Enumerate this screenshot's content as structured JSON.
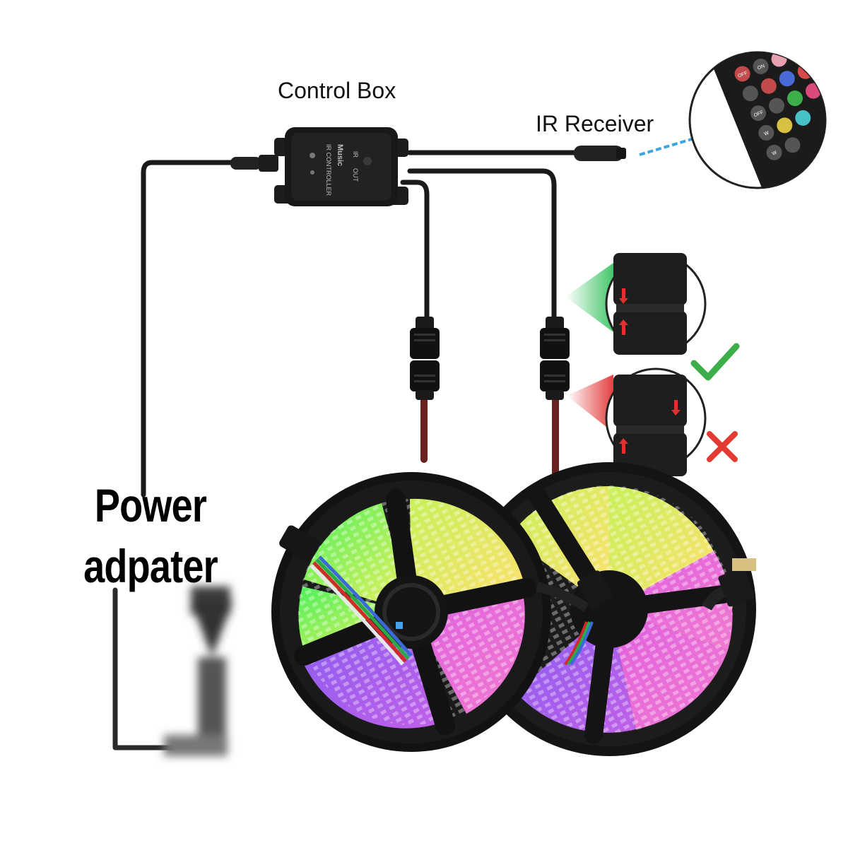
{
  "labels": {
    "control_box": "Control Box",
    "ir_receiver": "IR Receiver",
    "power_line1": "Power",
    "power_line2": "adpater"
  },
  "box_print": {
    "brand": "Music",
    "title": "IR CONTROLLER",
    "out": "OUT",
    "ir": "IR"
  },
  "remote_keys": [
    "OFF",
    "ON",
    "OFF",
    "W",
    "W"
  ],
  "connection_status": {
    "correct": "check-mark",
    "incorrect": "cross-mark"
  },
  "colors": {
    "correct": "#3cae4a",
    "incorrect": "#e23b32",
    "ir_beam": "#3aa6e0",
    "cable": "#1a1a1a"
  }
}
